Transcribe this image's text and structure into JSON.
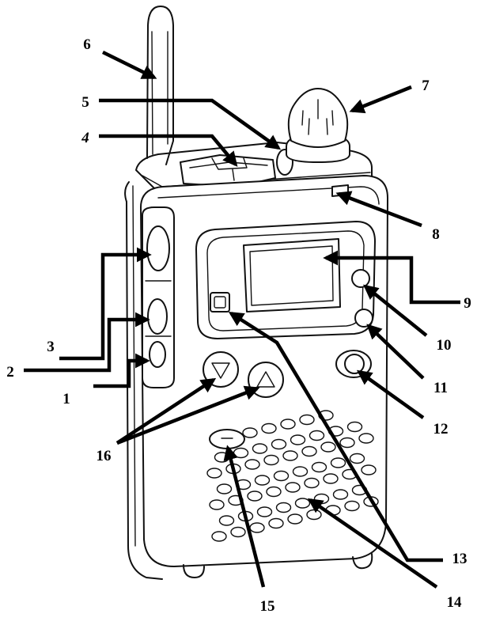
{
  "callouts": [
    {
      "id": "c1",
      "label": "1"
    },
    {
      "id": "c2",
      "label": "2"
    },
    {
      "id": "c3",
      "label": "3"
    },
    {
      "id": "c4",
      "label": "4"
    },
    {
      "id": "c5",
      "label": "5"
    },
    {
      "id": "c6",
      "label": "6"
    },
    {
      "id": "c7",
      "label": "7"
    },
    {
      "id": "c8",
      "label": "8"
    },
    {
      "id": "c9",
      "label": "9"
    },
    {
      "id": "c10",
      "label": "10"
    },
    {
      "id": "c11",
      "label": "11"
    },
    {
      "id": "c12",
      "label": "12"
    },
    {
      "id": "c13",
      "label": "13"
    },
    {
      "id": "c14",
      "label": "14"
    },
    {
      "id": "c15",
      "label": "15"
    },
    {
      "id": "c16",
      "label": "16"
    }
  ],
  "colors": {
    "ink": "#111111",
    "paper": "#ffffff"
  }
}
